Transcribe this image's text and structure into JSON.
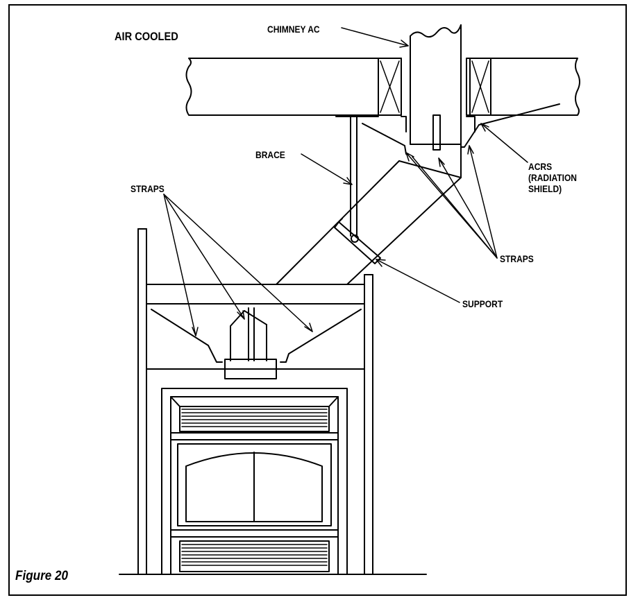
{
  "figure": {
    "title": "AIR COOLED",
    "caption": "Figure 20"
  },
  "labels": {
    "chimney": "CHIMNEY AC",
    "brace": "BRACE",
    "straps_left": "STRAPS",
    "acrs": "ACRS\n(RADIATION\nSHIELD)",
    "straps_right": "STRAPS",
    "support": "SUPPORT"
  }
}
